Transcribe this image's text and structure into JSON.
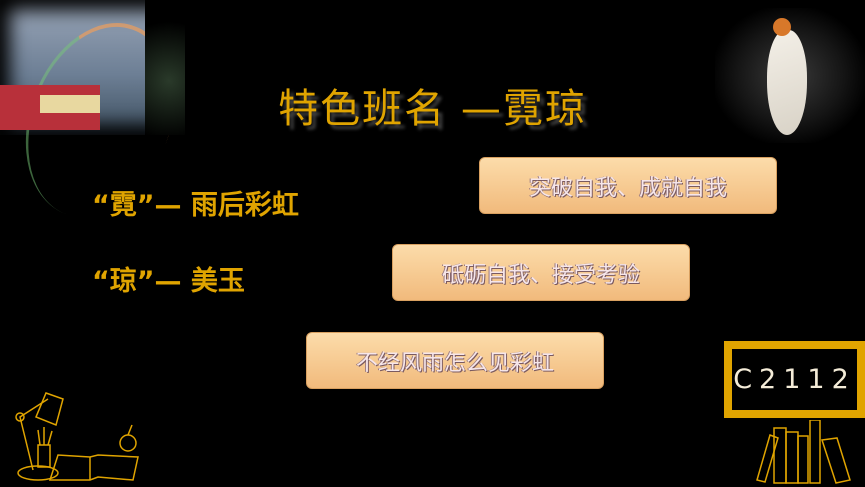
{
  "title": "特色班名 —霓琼",
  "lines": [
    {
      "text": "“霓”—  雨后彩虹"
    },
    {
      "text": "“琼”—  美玉"
    }
  ],
  "buttons": [
    "突破自我、成就自我",
    "砥砺自我、接受考验",
    "不经风雨怎么见彩虹"
  ],
  "badge": "C2112",
  "colors": {
    "accent": "#e0a400",
    "button": "#f6c890"
  }
}
